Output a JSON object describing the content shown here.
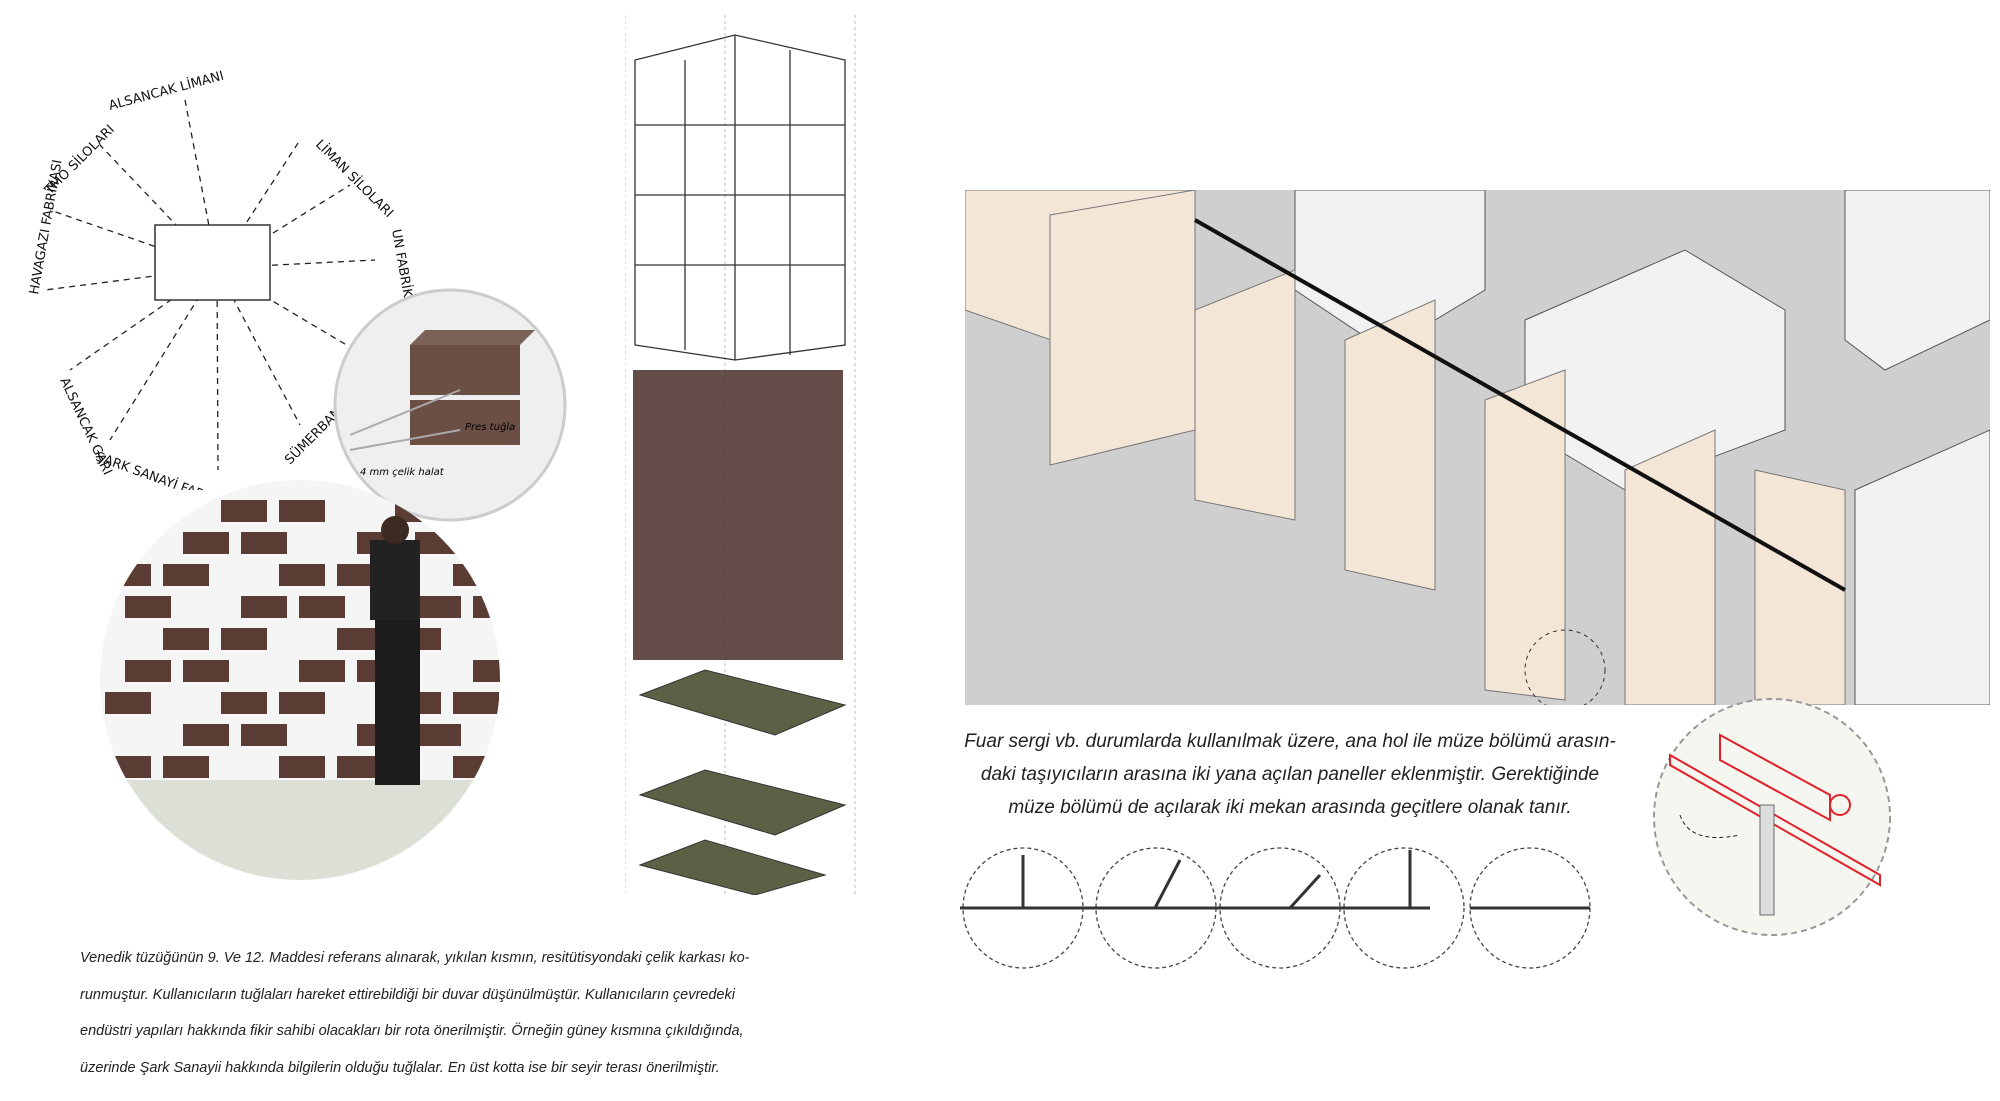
{
  "radial_diagram": {
    "labels": [
      "ALSANCAK LİMANI",
      "TMO SİLOLARI",
      "HAVAGAZI FABRİKASI",
      "ALSANCAK GARI",
      "ŞARK SANAYİ FABRİKASI",
      "SÜMERBANK TEKSTİL FABRİKASI",
      "UN FABRİKASI",
      "LİMAN SİLOLARI"
    ]
  },
  "brick_detail": {
    "brick_label": "Pres tuğla",
    "cable_label": "4 mm çelik halat"
  },
  "left_description": {
    "lines": [
      "Venedik tüzüğünün 9. Ve 12. Maddesi referans alınarak, yıkılan kısmın, resitütisyondaki çelik karkası  ko-",
      "runmuştur. Kullanıcıların tuğlaları hareket ettirebildiği bir duvar düşünülmüştür. Kullanıcıların çevredeki",
      "endüstri yapıları hakkında fikir sahibi olacakları bir rota önerilmiştir. Örneğin güney kısmına çıkıldığında,",
      "üzerinde  Şark Sanayii hakkında bilgilerin olduğu tuğlalar. En üst kotta ise bir seyir terası önerilmiştir."
    ]
  },
  "right_description": {
    "lines": [
      "Fuar sergi vb. durumlarda kullanılmak üzere, ana hol ile müze bölümü arasın-",
      "daki taşıyıcıların arasına  iki yana açılan paneller  eklenmiştir. Gerektiğinde",
      "müze bölümü de açılarak iki mekan arasında geçitlere olanak tanır."
    ]
  },
  "colors": {
    "brick": "#5a3c34",
    "panel": "#f3e6d6",
    "floor": "#cfcfcf",
    "stair": "#5c6146",
    "detail_red": "#e0202a"
  }
}
